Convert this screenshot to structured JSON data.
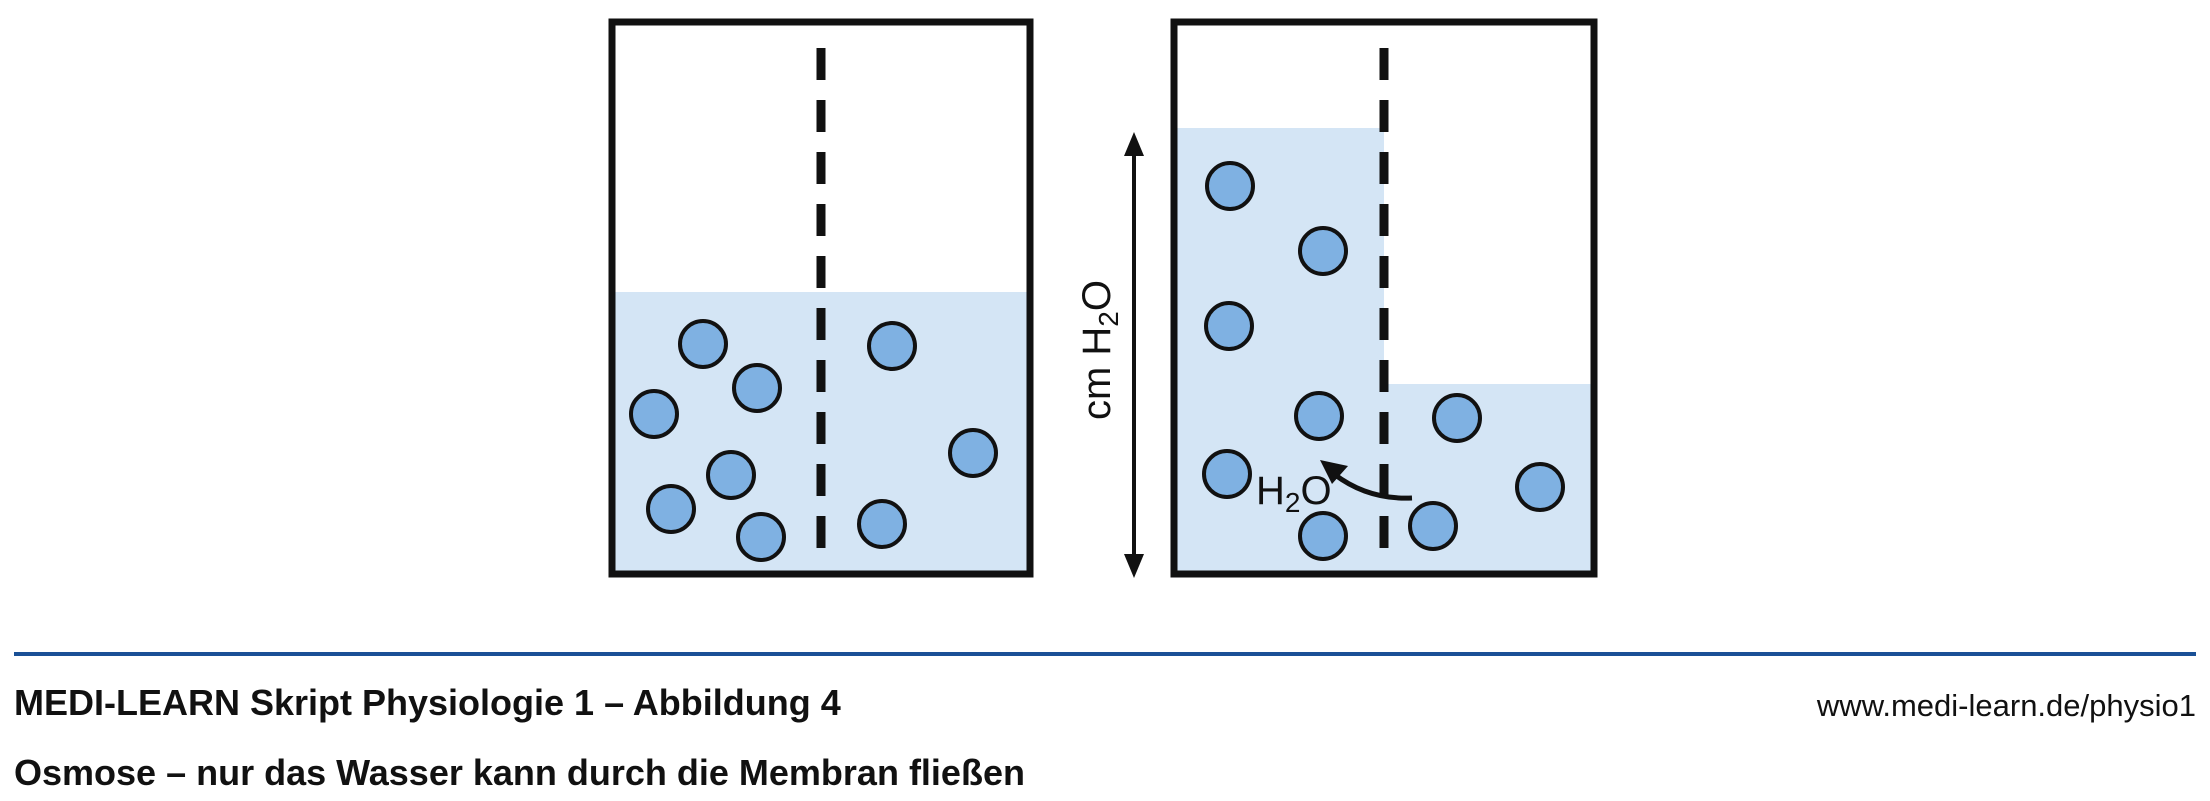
{
  "diagram": {
    "colors": {
      "water": "#d4e5f5",
      "particle_fill": "#7fb1e2",
      "stroke": "#111111",
      "rule": "#1a5096"
    },
    "axis_label": {
      "prefix": "cm H",
      "subscript": "2",
      "suffix": "O"
    },
    "flow_label": {
      "prefix": "H",
      "subscript": "2",
      "suffix": "O"
    }
  },
  "caption": {
    "title": "MEDI-LEARN Skript Physiologie 1 – Abbildung 4",
    "subtitle": "Osmose – nur das Wasser kann durch die Membran fließen",
    "url": "www.medi-learn.de/physio1"
  }
}
